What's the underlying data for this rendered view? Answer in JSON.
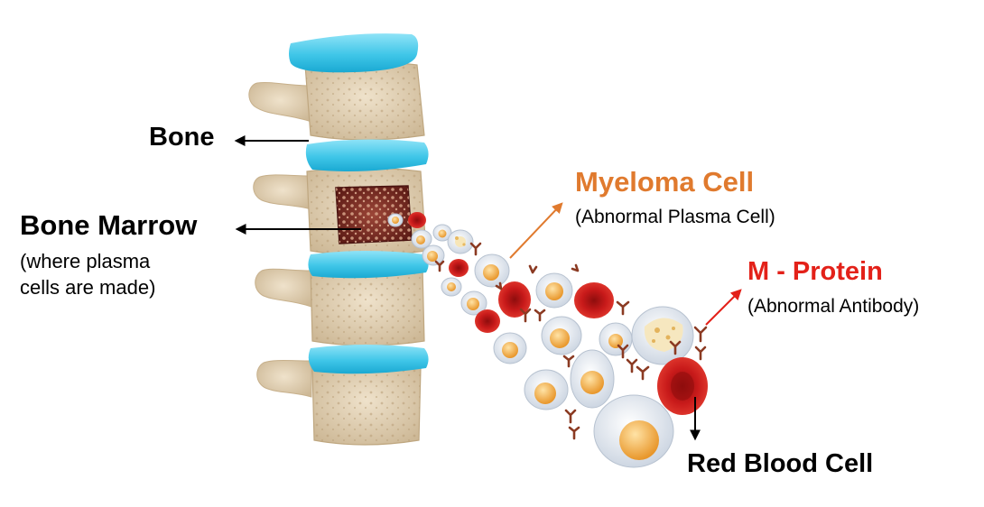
{
  "labels": {
    "bone": "Bone",
    "bone_marrow": "Bone Marrow",
    "bone_marrow_note_line1": "(where plasma",
    "bone_marrow_note_line2": "cells are made)",
    "myeloma_cell": "Myeloma Cell",
    "myeloma_cell_note": "(Abnormal Plasma Cell)",
    "m_protein": "M - Protein",
    "m_protein_note": "(Abnormal Antibody)",
    "red_blood_cell": "Red Blood Cell"
  },
  "colors": {
    "label_text": "#000000",
    "myeloma_accent": "#e07a2e",
    "m_protein_accent": "#e32119",
    "disc_blue": "#3fc6e8",
    "bone_beige": "#e3d2b7",
    "marrow_dark": "#7a2a22",
    "red_cell": "#c81a1a",
    "plasma_cell_nucleus": "#f2a93b",
    "antibody": "#8b3a22"
  }
}
